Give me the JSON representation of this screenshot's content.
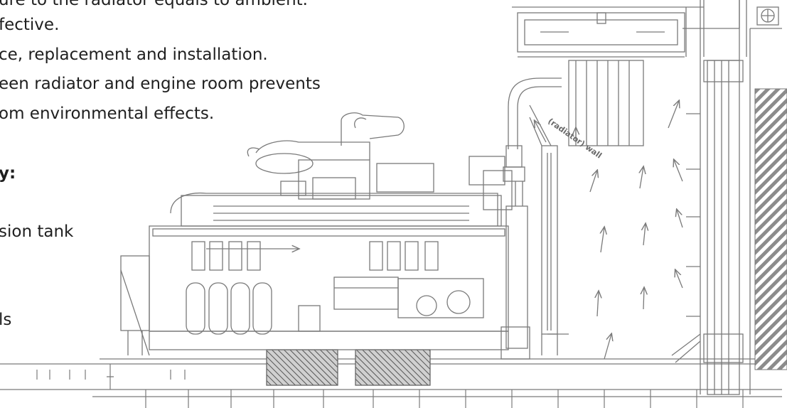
{
  "text_lines": [
    "ure to the radiator equals to ambient.",
    "fective.",
    "ce, replacement and installation.",
    "een radiator and engine room prevents",
    "om environmental effects."
  ],
  "heading": "y:",
  "list_items": [
    "sion tank",
    "ls"
  ],
  "drawing": {
    "duct_label": "(radiator) wall",
    "line_color": "#7a7a7a",
    "hatch_color": "#8c8c8c"
  }
}
